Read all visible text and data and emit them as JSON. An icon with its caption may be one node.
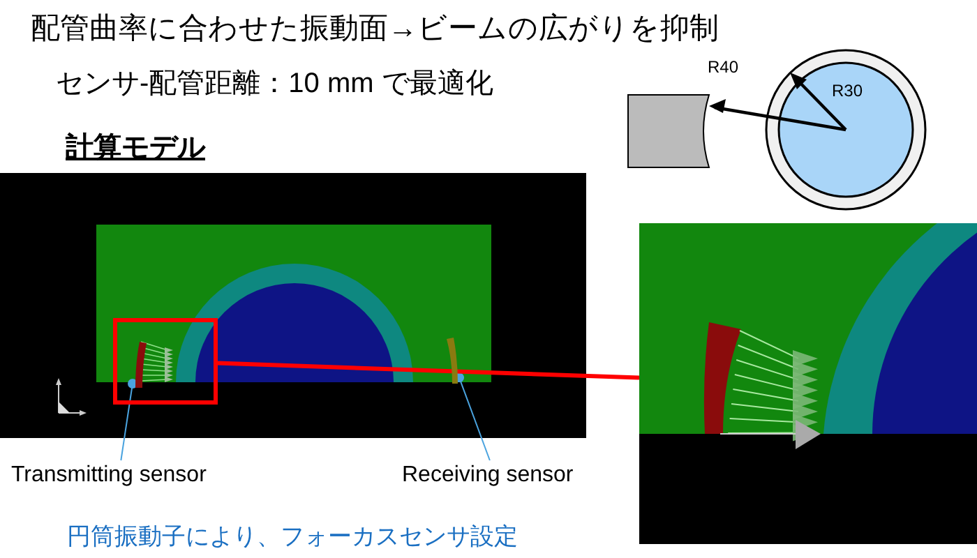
{
  "diagram": {
    "title": "配管曲率に合わせた振動面→ビームの広がりを抑制",
    "nodes": [
      {
        "text": [],
        "shape": "box"
      },
      {
        "text": [],
        "shape": "picture"
      },
      {
        "text": [
          "Transmitting sensor"
        ]
      },
      {
        "text": [],
        "shape": "bar",
        "in": 0
      },
      {
        "text": [
          "Receiving sensor"
        ]
      },
      {
        "text": [],
        "shape": "bar"
      }
    ],
    "edges": [
      {
        "from": 2,
        "to": 3,
        "arrow": "other"
      },
      {
        "from": 4,
        "to": 5,
        "arrow": "other"
      },
      {
        "from": 0,
        "to": 1,
        "arrow": "none",
        "style": "thick",
        "color": "#ff0000"
      }
    ],
    "labels": [
      "センサ-配管距離：10 mm で最適化",
      "計算モデル",
      "R40",
      "R30",
      "円筒振動子により、フォーカスセンサ設定"
    ]
  }
}
